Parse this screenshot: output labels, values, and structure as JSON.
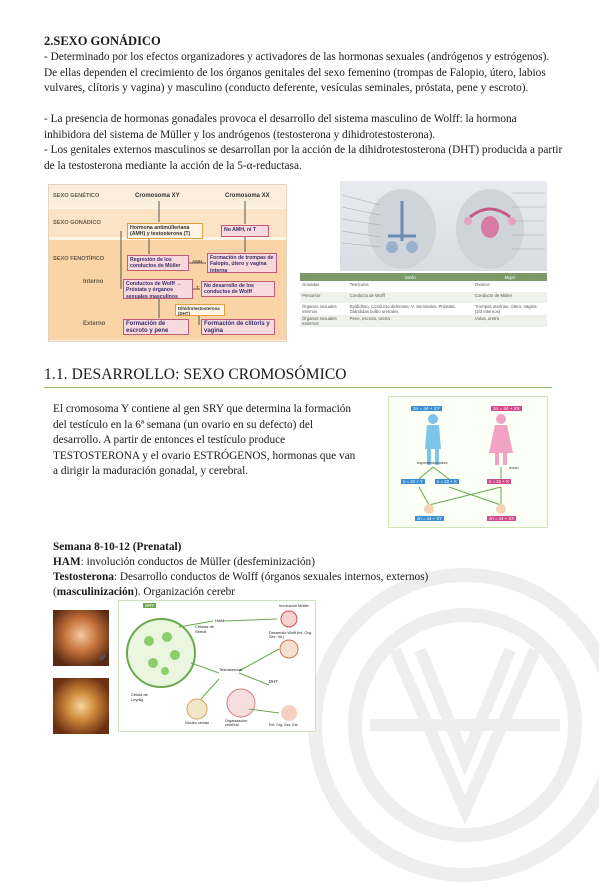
{
  "section2": {
    "title": "2.SEXO GONÁDICO",
    "p1": "- Determinado por los efectos organizadores y activadores de las hormonas sexuales (andrógenos y estrógenos). De ellas dependen el crecimiento de los órganos genitales del sexo femenino (trompas de Falopio, útero, labios vulvares, clítoris y vagina) y masculino (conducto deferente, vesículas seminales, próstata, pene y escroto).",
    "p2": "- La presencia de hormonas gonadales provoca el desarrollo del sistema masculino de Wolff: la hormona inhibidora del sistema de Müller y los andrógenos (testosterona y dihidrotestosterona).",
    "p3": "- Los genitales externos masculinos se desarrollan por la acción de la dihidrotestosterona (DHT) producida a partir de la testosterona mediante la acción de la 5-α-reductasa."
  },
  "fig1": {
    "sexo_genetico": "SEXO GENÉTICO",
    "sexo_gonadico": "SEXO GONÁDICO",
    "sexo_fenotipico": "SEXO FENOTÍPICO",
    "interno": "Interno",
    "externo": "Externo",
    "xy": "Cromosoma XY",
    "xx": "Cromosoma XX",
    "ham_t": "Hormona antimülleriana (AMH) y testosterona (T)",
    "no_amh": "No AMH, ni T",
    "regresion": "Regresión de los conductos de Müller",
    "amh": "AMH",
    "formacion_trompas": "Formación de trompas de Falopio, útero y vagina interna",
    "wolff": "Conductos de Wolff → Próstata y órganos sexuales masculinos",
    "t": "T",
    "no_wolff": "No desarrollo de los conductos de Wolff",
    "dht": "Dihidrotestosterona (DHT)",
    "escroto": "Formación de escroto y pene",
    "clitoris": "Formación de clítoris y vagina"
  },
  "fig2": {
    "headers": [
      "",
      "Varón",
      "Mujer"
    ],
    "rows": [
      [
        "Gónadas",
        "Testículos",
        "Ovarios"
      ],
      [
        "Precursor",
        "Conducto de Wolff",
        "Conducto de Müller"
      ],
      [
        "Órganos sexuales internos",
        "Epidídimo, Conducto deferente, V. Seminales, Próstata, Glándulas bulbo uretrales",
        "Trompas uterinas, Útero, Vagina (2/3 internos)"
      ],
      [
        "Órganos sexuales externos",
        "Pene, escroto, uretra",
        "Vulva, uretra"
      ]
    ]
  },
  "section11": {
    "title": "1.1. DESARROLLO: SEXO CROMOSÓMICO",
    "p": "El cromosoma Y contiene al gen SRY que determina la formación del testículo en la 6ª semana (un ovario en su defecto) del desarrollo. A partir de entonces el testículo produce TESTOSTERONA y el ovario ESTRÓGENOS, hormonas que van a dirigir la maduración gonadal, y cerebral."
  },
  "fig3": {
    "male_top": "2n = 44 + XY",
    "female_top": "2n = 44 + XX",
    "esperm": "espermatozoides",
    "ovulo": "óvulo",
    "g1": "n = 22 + Y",
    "g2": "n = 22 + X",
    "g3": "n = 22 + X",
    "child_m": "2n = 44 + XY",
    "child_f": "2n = 44 + XX"
  },
  "semana": {
    "title": "Semana 8-10-12 (Prenatal)",
    "ham_label": "HAM",
    "ham_text": ": involución conductos de Müller (desfeminización)",
    "test_label": "Testosterona",
    "test_text": ": Desarrollo conductos de Wolff (órganos sexuales internos, externos)",
    "mas_open": "(",
    "mas_label": "masculinización",
    "mas_text": "). Organización cerebr"
  },
  "fig4": {
    "sry": "SRY",
    "sertoli": "Células de Sertoli",
    "ham": "HAM",
    "involucion": "Involución Müller",
    "testosterona": "Testosterona",
    "wolff": "Desarrollo Wolff (Int. Org. Sex. Int.)",
    "leydig": "Célula de Leydig",
    "dht": "DHT",
    "nucleo": "Núcleo celular",
    "org_cerebral": "Organización cerebral",
    "ext": "Ext. Org. Sex. Ext."
  },
  "symbols": {
    "male": "♂"
  }
}
